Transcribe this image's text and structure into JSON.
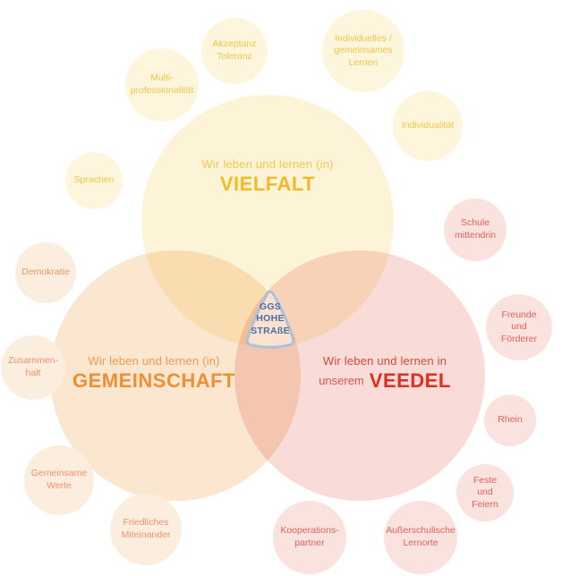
{
  "center": {
    "label": "GGS\nHOHE\nSTRAßE"
  },
  "circles": {
    "vielfalt": {
      "pre": "Wir leben und lernen (in)",
      "title": "VIELFALT"
    },
    "gemeinschaft": {
      "pre": "Wir leben und lernen (in)",
      "title": "GEMEINSCHAFT"
    },
    "veedel": {
      "pre": "Wir leben und lernen in",
      "pre2": "unserem",
      "title": "VEEDEL"
    }
  },
  "satellites": [
    {
      "label": "Akzeptanz\nToleranz",
      "theme": "vielfalt"
    },
    {
      "label": "Individuelles /\ngemeinsames\nLernen",
      "theme": "vielfalt"
    },
    {
      "label": "Multi-\nprofessionalität",
      "theme": "vielfalt"
    },
    {
      "label": "Individualität",
      "theme": "vielfalt"
    },
    {
      "label": "Sprachen",
      "theme": "vielfalt"
    },
    {
      "label": "Demokratie",
      "theme": "gemeinschaft"
    },
    {
      "label": "Zusammen-\nhalt",
      "theme": "gemeinschaft"
    },
    {
      "label": "Gemeinsame\nWerte",
      "theme": "gemeinschaft"
    },
    {
      "label": "Friedliches\nMiteinander",
      "theme": "gemeinschaft"
    },
    {
      "label": "Schule\nmittendrin",
      "theme": "veedel"
    },
    {
      "label": "Freunde\nund\nFörderer",
      "theme": "veedel"
    },
    {
      "label": "Rhein",
      "theme": "veedel"
    },
    {
      "label": "Feste\nund\nFeiern",
      "theme": "veedel"
    },
    {
      "label": "Außerschulische\nLernorte",
      "theme": "veedel"
    },
    {
      "label": "Kooperations-\npartner",
      "theme": "veedel"
    }
  ],
  "colors": {
    "vielfalt_accent": "#F2BA2B",
    "gemeinschaft_accent": "#EF8F35",
    "veedel_accent": "#E02D1C",
    "center_blue": "#4A6DA6",
    "vielfalt_fill": "#FDF4D8",
    "gemeinschaft_fill": "#FBE6CF",
    "veedel_fill": "#F9DCD8"
  }
}
